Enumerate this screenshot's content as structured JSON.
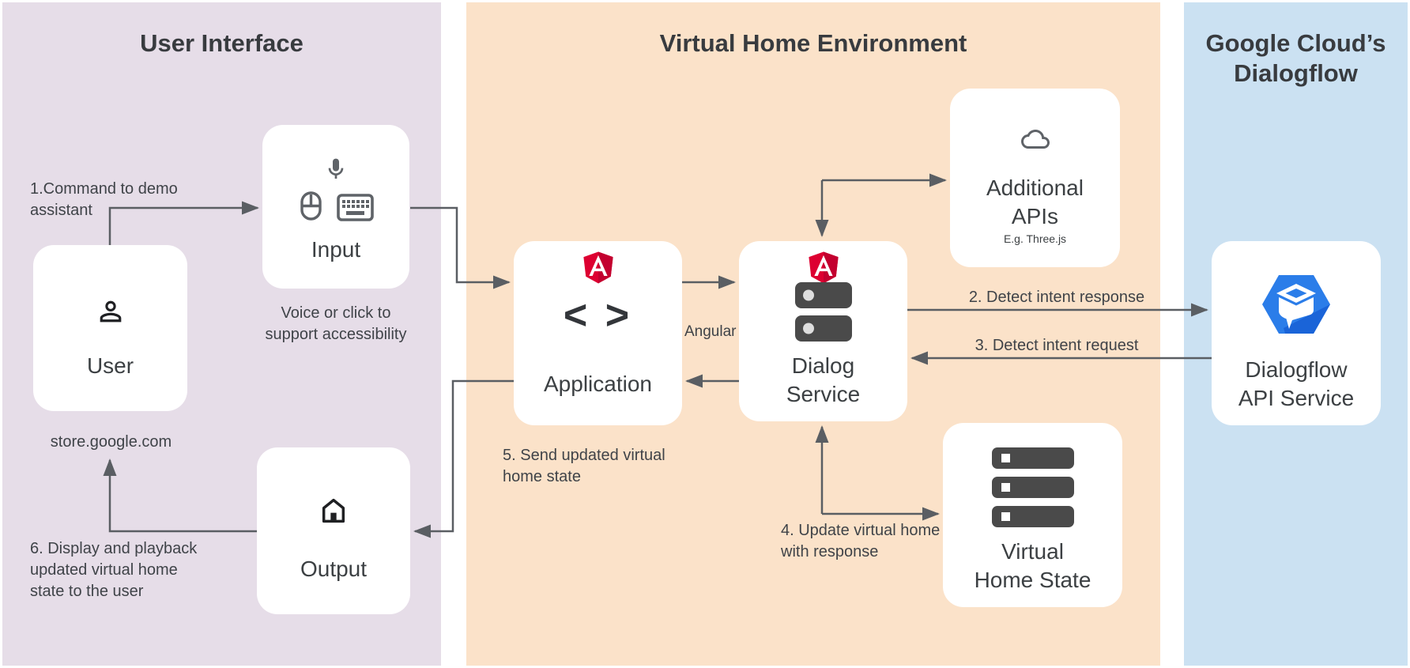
{
  "sections": {
    "ui": {
      "title": "User Interface"
    },
    "vhe": {
      "title": "Virtual Home Environment"
    },
    "gcd": {
      "title": "Google Cloud’s Dialogflow"
    }
  },
  "nodes": {
    "user": {
      "label": "User"
    },
    "input": {
      "label": "Input"
    },
    "output": {
      "label": "Output"
    },
    "application": {
      "label": "Application",
      "code_glyph": "< >"
    },
    "dialog_service": {
      "line1": "Dialog",
      "line2": "Service"
    },
    "additional_apis": {
      "line1": "Additional",
      "line2": "APIs",
      "subtitle": "E.g. Three.js"
    },
    "virtual_home_state": {
      "line1": "Virtual",
      "line2": "Home State"
    },
    "dialogflow_api": {
      "line1": "Dialogflow",
      "line2": "API Service"
    }
  },
  "annotations": {
    "step1": "1.Command to demo assistant",
    "store_url": "store.google.com",
    "voice_caption": "Voice or click to support accessibility",
    "angular": "Angular",
    "step2": "2. Detect intent response",
    "step3": "3. Detect intent request",
    "step4": "4. Update virtual home with response",
    "step5": "5. Send updated virtual home state",
    "step6": "6. Display and playback updated virtual home state to the user"
  },
  "colors": {
    "ui_bg": "#E6DDE8",
    "vhe_bg": "#FBE2C9",
    "gcd_bg": "#CBE1F2",
    "card_bg": "#FFFFFF",
    "text": "#3C4043",
    "arrow": "#5A5E63",
    "icon_gray": "#5F6368",
    "server_gray": "#4A4A4A",
    "angular_red": "#DD0031",
    "angular_red_dark": "#C3002F",
    "dialogflow_blue": "#2B7DE9"
  }
}
